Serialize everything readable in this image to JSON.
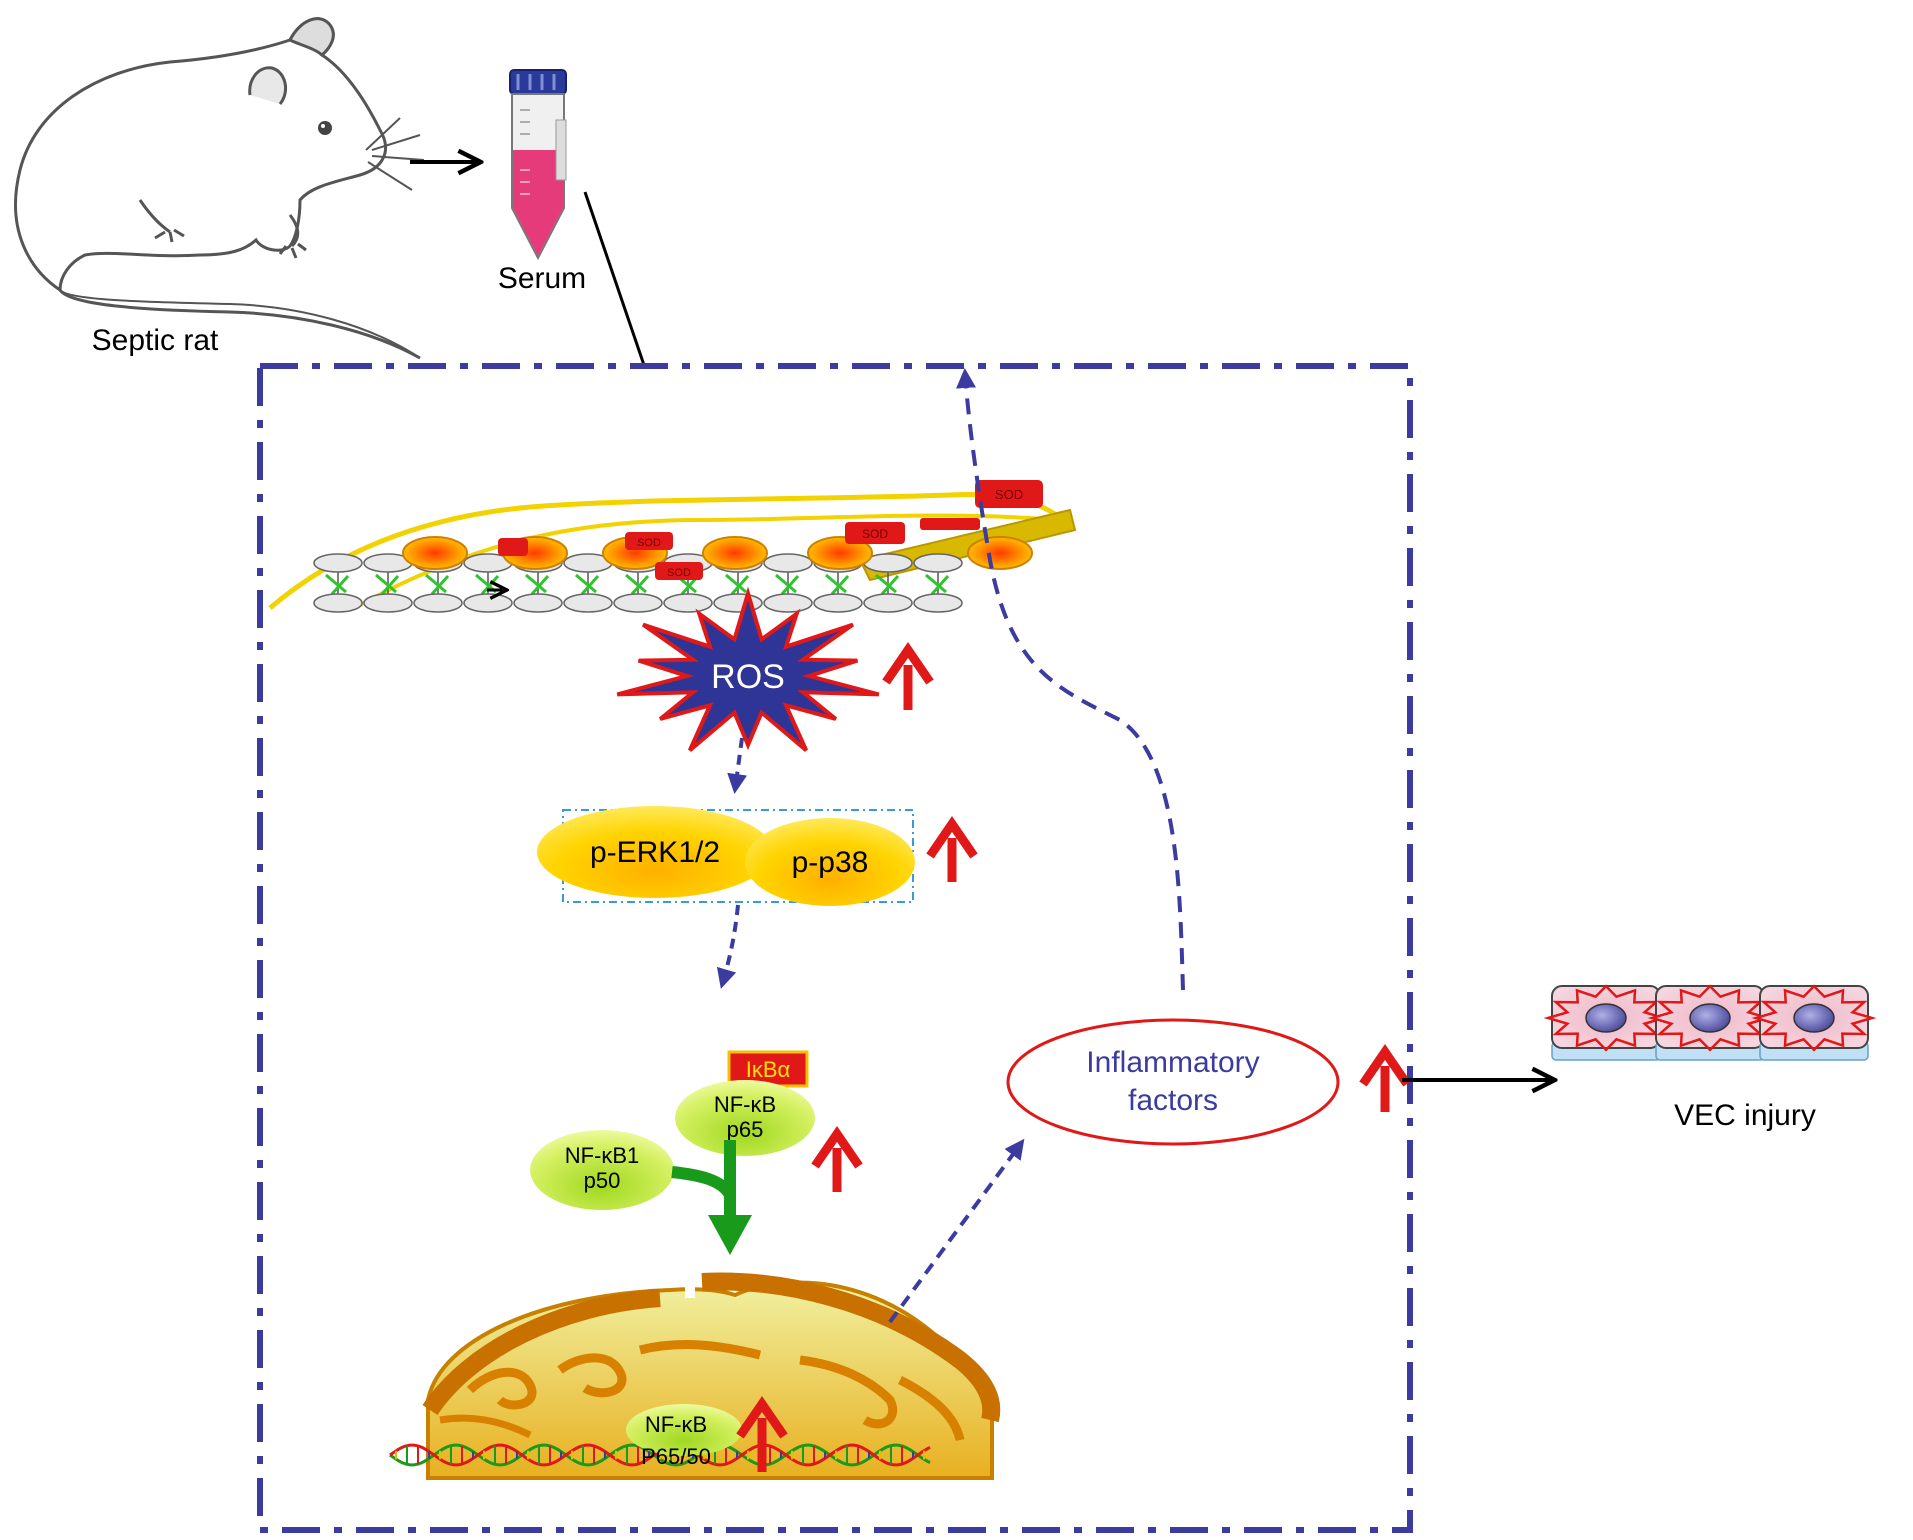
{
  "labels": {
    "septic_rat": "Septic rat",
    "serum": "Serum",
    "ros": "ROS",
    "p_erk": "p-ERK1/2",
    "p_p38": "p-p38",
    "ikba": "IκBα",
    "nfkb_p65_line1": "NF-κB",
    "nfkb_p65_line2": "p65",
    "nfkb1_p50_line1": "NF-κB1",
    "nfkb1_p50_line2": "p50",
    "nucleus_nfkb_line1": "NF-κB",
    "nucleus_nfkb_line2": "P65/50",
    "inflammatory_line1": "Inflammatory",
    "inflammatory_line2": "factors",
    "vec_injury": "VEC injury",
    "sod": "SOD"
  },
  "colors": {
    "frame": "#3b3ba0",
    "ros_fill": "#2f3596",
    "ros_stroke": "#e01818",
    "up_arrow": "#e01818",
    "yellow_oval": "#f7c600",
    "green_oval": "#b8e63a",
    "nucleus": "#e0a020",
    "membrane_yellow": "#f2d200",
    "inflammatory_text": "#3b3ba0",
    "inflammatory_ellipse": "#e01818"
  },
  "icons": [
    "rat-illustration",
    "serum-tube-icon",
    "cell-membrane-illustration",
    "nucleus-illustration",
    "dna-strand-icon",
    "vec-cell-icon"
  ]
}
